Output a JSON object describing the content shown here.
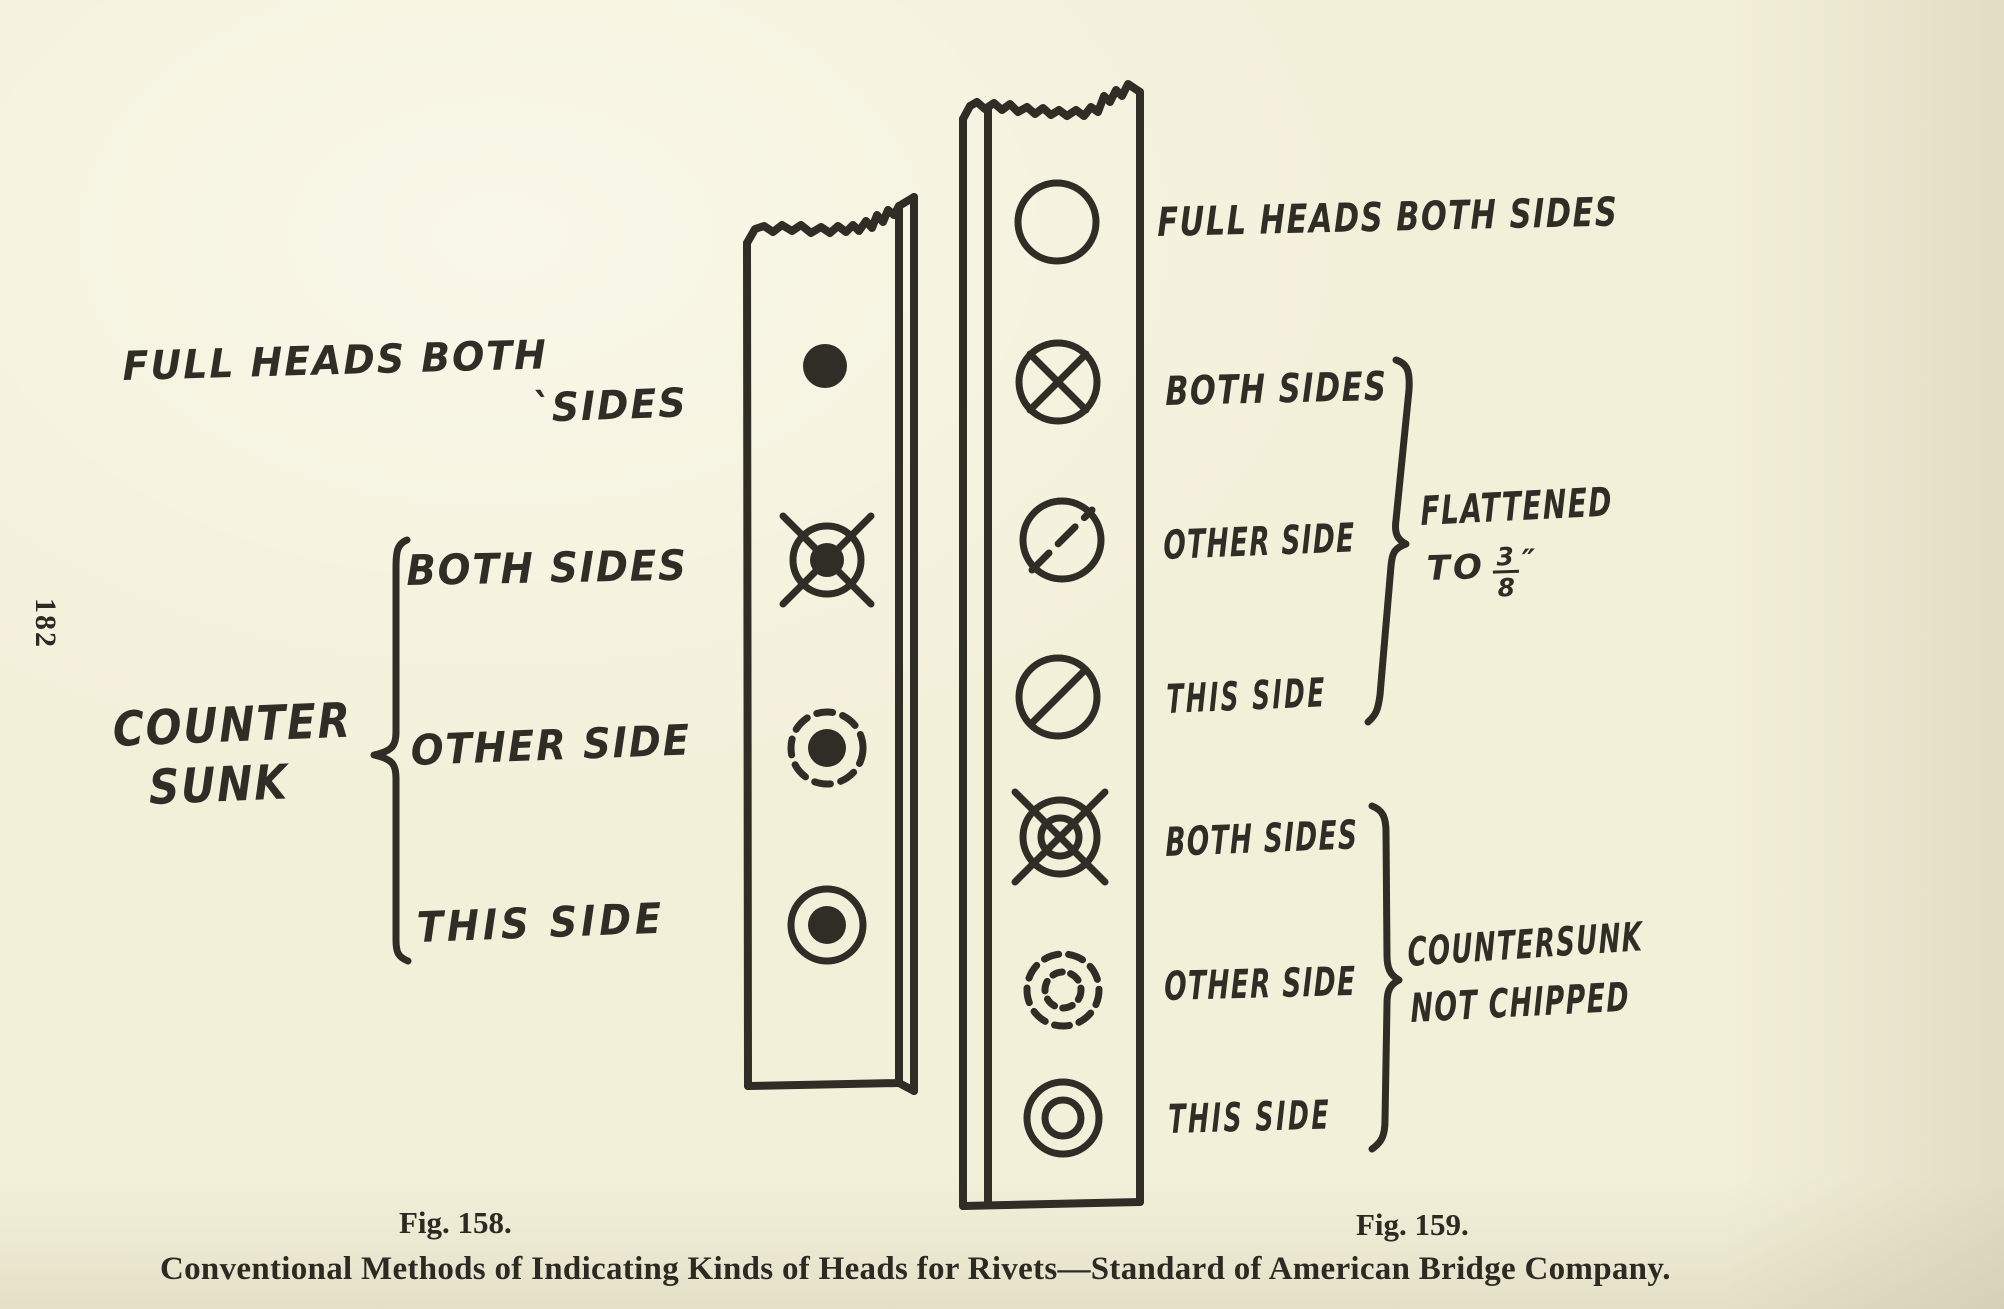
{
  "colors": {
    "paper": "#f3f0da",
    "ink": "#2f2d26"
  },
  "page": {
    "page_number": "182",
    "figure_caption": "Conventional Methods of Indicating Kinds of Heads for Rivets—Standard of American Bridge Company."
  },
  "fig158": {
    "caption": "Fig. 158.",
    "labels": {
      "full_heads_line1": "FULL HEADS BOTH",
      "full_heads_line2": "`SIDES",
      "counter": "COUNTER",
      "sunk": "SUNK",
      "both_sides": "BOTH SIDES",
      "other_side": "OTHER SIDE",
      "this_side": "THIS SIDE"
    },
    "symbols": [
      {
        "name": "full-heads-both-sides",
        "style": "solid-filled-dot"
      },
      {
        "name": "countersunk-both-sides",
        "style": "filled-dot-in-circle-with-x"
      },
      {
        "name": "countersunk-other-side",
        "style": "filled-dot-in-dashed-circle"
      },
      {
        "name": "countersunk-this-side",
        "style": "filled-dot-in-solid-circle"
      }
    ]
  },
  "fig159": {
    "caption": "Fig. 159.",
    "labels": {
      "full_heads": "FULL HEADS BOTH SIDES",
      "flattened_both_sides": "BOTH SIDES",
      "flattened_other_side": "OTHER SIDE",
      "flattened_this_side": "THIS SIDE",
      "flattened_line1": "FLATTENED",
      "flattened_to": "TO",
      "flattened_frac_numerator": "3",
      "flattened_frac_denominator": "8",
      "flattened_unit": "″",
      "countersunk_both_sides": "BOTH SIDES",
      "countersunk_other_side": "OTHER SIDE",
      "countersunk_this_side": "THIS SIDE",
      "countersunk_line1": "COUNTERSUNK",
      "countersunk_line2": "NOT CHIPPED"
    },
    "symbols": [
      {
        "name": "full-heads-both-sides",
        "style": "open-circle"
      },
      {
        "name": "flattened-both-sides",
        "style": "circle-with-inscribed-x"
      },
      {
        "name": "flattened-other-side",
        "style": "circle-with-broken-slash"
      },
      {
        "name": "flattened-this-side",
        "style": "circle-with-slash"
      },
      {
        "name": "countersunk-both-sides",
        "style": "double-circle-with-x"
      },
      {
        "name": "countersunk-other-side",
        "style": "dashed-double-circle"
      },
      {
        "name": "countersunk-this-side",
        "style": "double-circle"
      }
    ]
  }
}
